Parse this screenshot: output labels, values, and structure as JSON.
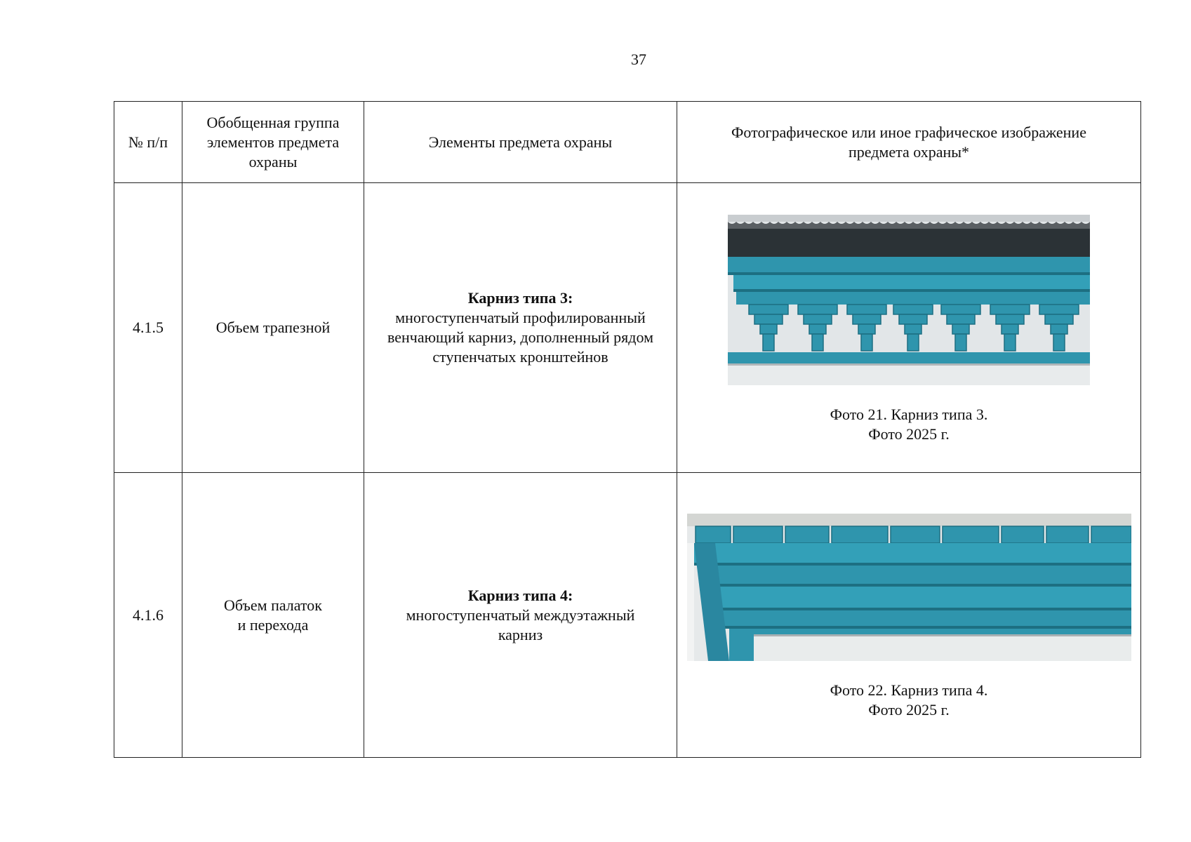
{
  "page_number": "37",
  "table": {
    "headers": {
      "num": "№ п/п",
      "group": "Обобщенная группа элементов предмета охраны",
      "elements": "Элементы предмета охраны",
      "image": "Фотографическое или иное графическое изображение предмета охраны*"
    },
    "rows": [
      {
        "num": "4.1.5",
        "group": "Объем трапезной",
        "element_title": "Карниз типа 3:",
        "element_desc": "многоступенчатый профилированный венчающий карниз, дополненный рядом ступенчатых кронштейнов",
        "photo_caption_1": "Фото 21. Карниз типа 3.",
        "photo_caption_2": "Фото 2025 г."
      },
      {
        "num": "4.1.6",
        "group_line_1": "Объем палаток",
        "group_line_2": "и перехода",
        "element_title": "Карниз типа 4:",
        "element_desc": "многоступенчатый междуэтажный карниз",
        "photo_caption_1": "Фото 22. Карниз типа 4.",
        "photo_caption_2": "Фото 2025 г."
      }
    ]
  },
  "colors": {
    "cornice_paint": "#2f95ad",
    "cornice_shadow": "#1d6f82",
    "wall": "#dfe3e4"
  }
}
